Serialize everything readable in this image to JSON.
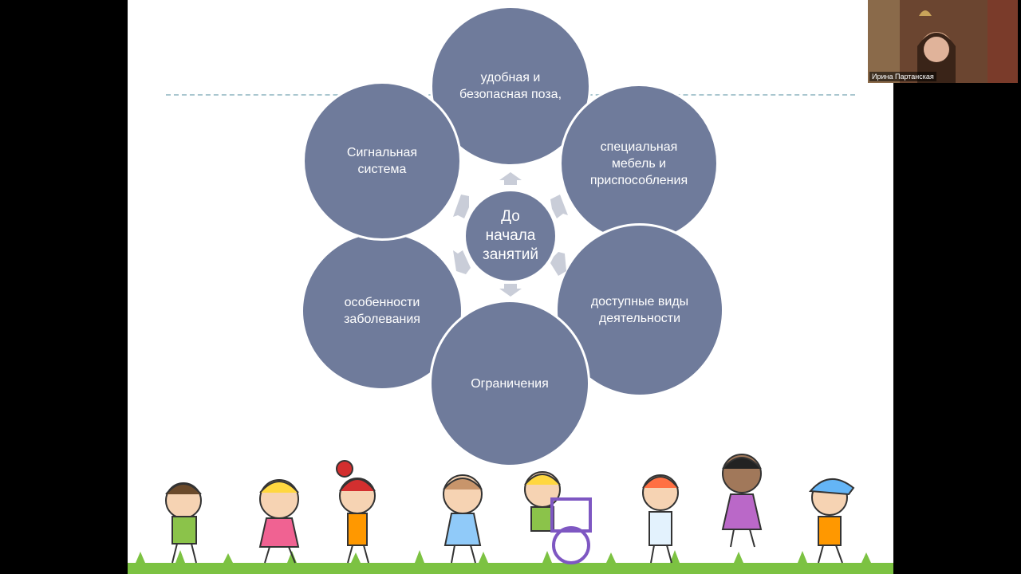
{
  "slide": {
    "center_label": "До\nначала\nзанятий",
    "circles": [
      {
        "id": "top",
        "label": "удобная и\nбезопасная поза,"
      },
      {
        "id": "top-right",
        "label": "специальная\nмебель и\nприспособления"
      },
      {
        "id": "bottom-right",
        "label": "доступные виды\nдеятельности"
      },
      {
        "id": "bottom",
        "label": "Ограничения"
      },
      {
        "id": "bottom-left",
        "label": "особенности\nзаболевания"
      },
      {
        "id": "top-left",
        "label": "Сигнальная\nсистема"
      }
    ]
  },
  "video": {
    "participant_name": "Ирина Партанская"
  },
  "colors": {
    "circle_fill": "#6f7b9b",
    "arrow_fill": "#c9cdd8",
    "dashed_line": "#a9c6cf",
    "background": "#000000",
    "slide_background": "#ffffff"
  }
}
